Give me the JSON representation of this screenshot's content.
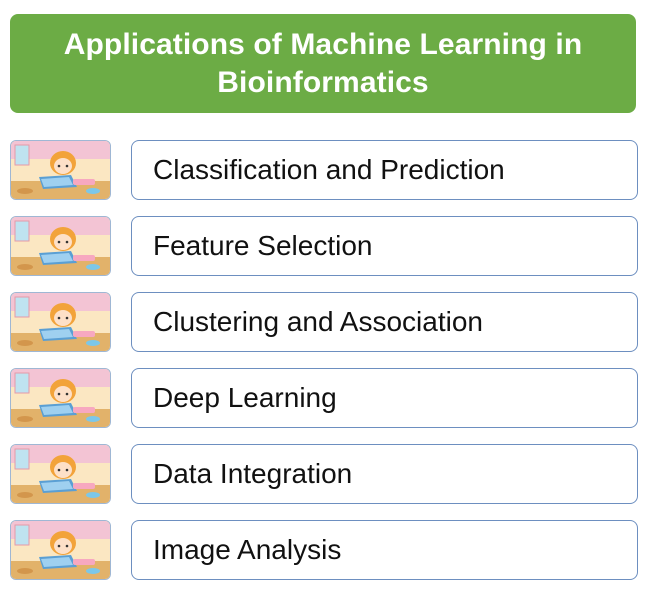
{
  "header": {
    "title": "Applications of Machine Learning in Bioinformatics"
  },
  "items": [
    {
      "label": "Classification and Prediction"
    },
    {
      "label": "Feature Selection"
    },
    {
      "label": "Clustering and Association"
    },
    {
      "label": "Deep Learning"
    },
    {
      "label": "Data Integration"
    },
    {
      "label": "Image Analysis"
    }
  ],
  "colors": {
    "header_bg": "#6cac45",
    "header_text": "#ffffff",
    "box_border": "#6d8fc0",
    "label_text": "#111111"
  }
}
